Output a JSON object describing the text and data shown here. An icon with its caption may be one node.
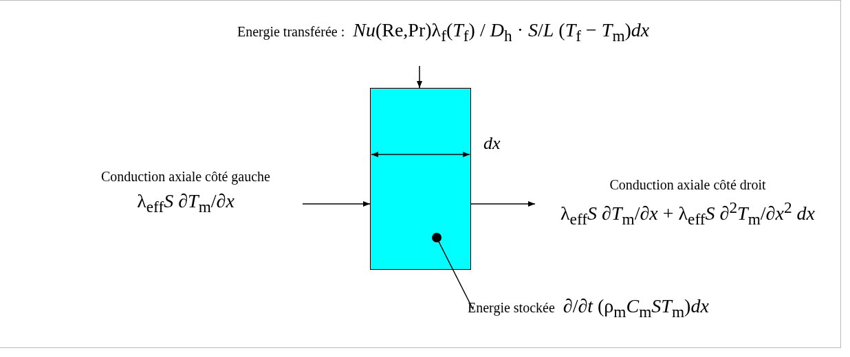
{
  "diagram": {
    "nodes": [
      {
        "text": [],
        "shape": "box"
      },
      {
        "text": [
          "Energie transférée :",
          "*Nu*(Re,Pr)λ$_{f}$(*T*$_{f}$) / *D*$_{h}$ · *S*/*L* (*T*$_{f}$ − *T*$_{m}$)*dx*"
        ]
      },
      {
        "text": [
          "Conduction axiale côté gauche",
          "λ$_{eff}$*S* ∂*T*$_{m}$/∂*x*"
        ]
      },
      {
        "text": [
          "Conduction axiale côté droit",
          "λ$_{eff}$*S* ∂*T*$_{m}$/∂*x* + λ$_{eff}$*S* ∂$^{2}$*T*$_{m}$/∂*x*$^{2}$ *dx*"
        ]
      },
      {
        "text": [],
        "shape": "circle",
        "in": 0
      },
      {
        "text": [
          "Energie stockée",
          "∂/∂*t* (ρ$_{m}$*C*$_{m}$*ST*$_{m}$)*dx*"
        ]
      }
    ],
    "edges": [
      {
        "from": 1,
        "to": 0,
        "arrow": "to"
      },
      {
        "from": 2,
        "to": 0,
        "arrow": "to"
      },
      {
        "from": 0,
        "to": 3,
        "arrow": "to"
      },
      {
        "from": 5,
        "to": 4,
        "arrow": "none"
      }
    ],
    "labels": [
      "dx"
    ]
  }
}
